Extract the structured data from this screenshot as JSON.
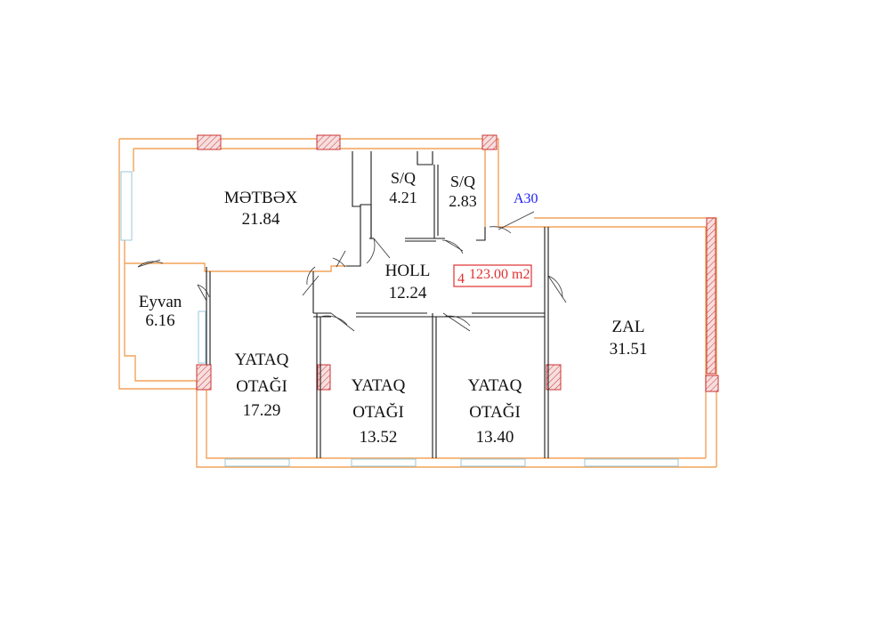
{
  "plan": {
    "rooms": [
      {
        "name": "MƏTBƏX",
        "area": "21.84"
      },
      {
        "name": "S/Q",
        "area": "4.21"
      },
      {
        "name": "S/Q",
        "area": "2.83"
      },
      {
        "name": "HOLL",
        "area": "12.24"
      },
      {
        "name": "Eyvan",
        "area": "6.16"
      },
      {
        "name_line1": "YATAQ",
        "name_line2": "OTAĞI",
        "area": "17.29"
      },
      {
        "name_line1": "YATAQ",
        "name_line2": "OTAĞI",
        "area": "13.52"
      },
      {
        "name_line1": "YATAQ",
        "name_line2": "OTAĞI",
        "area": "13.40"
      },
      {
        "name": "ZAL",
        "area": "31.51"
      }
    ],
    "apartment_tag": {
      "number": "4",
      "area": "123.00 m2"
    },
    "marker": "A30",
    "colors": {
      "wall": "#f2a35a",
      "inner": "#1a1a1a",
      "hatch": "#cc3333",
      "tag": "#e03030",
      "marker": "#1a1aff",
      "window": "#8fc3d8"
    }
  }
}
